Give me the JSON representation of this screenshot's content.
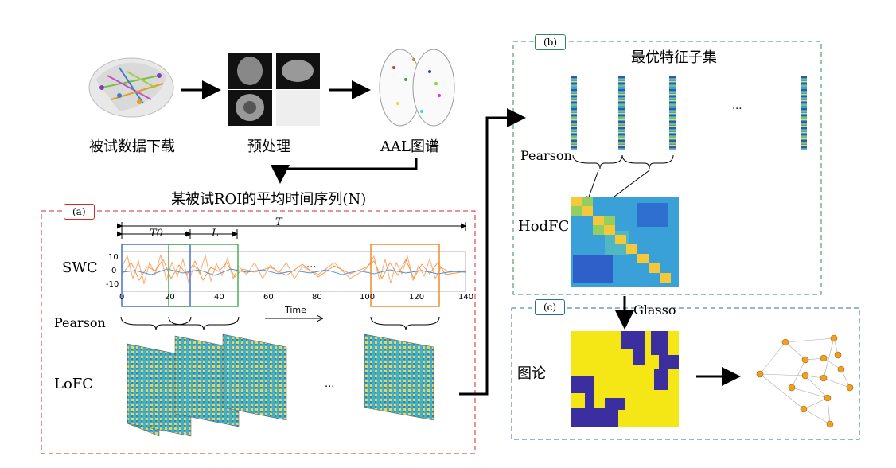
{
  "pipeline": {
    "step1": "被试数据下载",
    "step2": "预处理",
    "step3": "AAL图谱"
  },
  "panel_a": {
    "tag": "(a)",
    "title": "某被试ROI的平均时间序列(N)",
    "label_T0": "T0",
    "label_L": "L",
    "label_T": "T",
    "row_swc": "SWC",
    "row_pearson": "Pearson",
    "row_lofc": "LoFC",
    "ellipsis_swc": "...",
    "ellipsis_lofc": "...",
    "y_ticks": [
      "10",
      "0",
      "-10"
    ],
    "x_ticks": [
      "0",
      "20",
      "40",
      "60",
      "80",
      "100",
      "120",
      "140"
    ],
    "x_label": "Time"
  },
  "panel_b": {
    "tag": "(b)",
    "title": "最优特征子集",
    "ellipsis": "...",
    "label_pearson": "Pearson",
    "label_hodfc": "HodFC"
  },
  "panel_c": {
    "tag": "(c)",
    "label_glasso": "Glasso",
    "label_graph": "图论"
  },
  "colors": {
    "panel_a_border": "#d62728",
    "panel_b_border": "#2e8b57",
    "panel_c_border": "#2b6f99",
    "swc_blue": "#4a6fd1",
    "swc_green": "#4caf50",
    "swc_orange": "#f08a2c",
    "heat_yellow": "#f5e616",
    "heat_navy": "#3b2fa0",
    "node_orange": "#f0a020"
  }
}
